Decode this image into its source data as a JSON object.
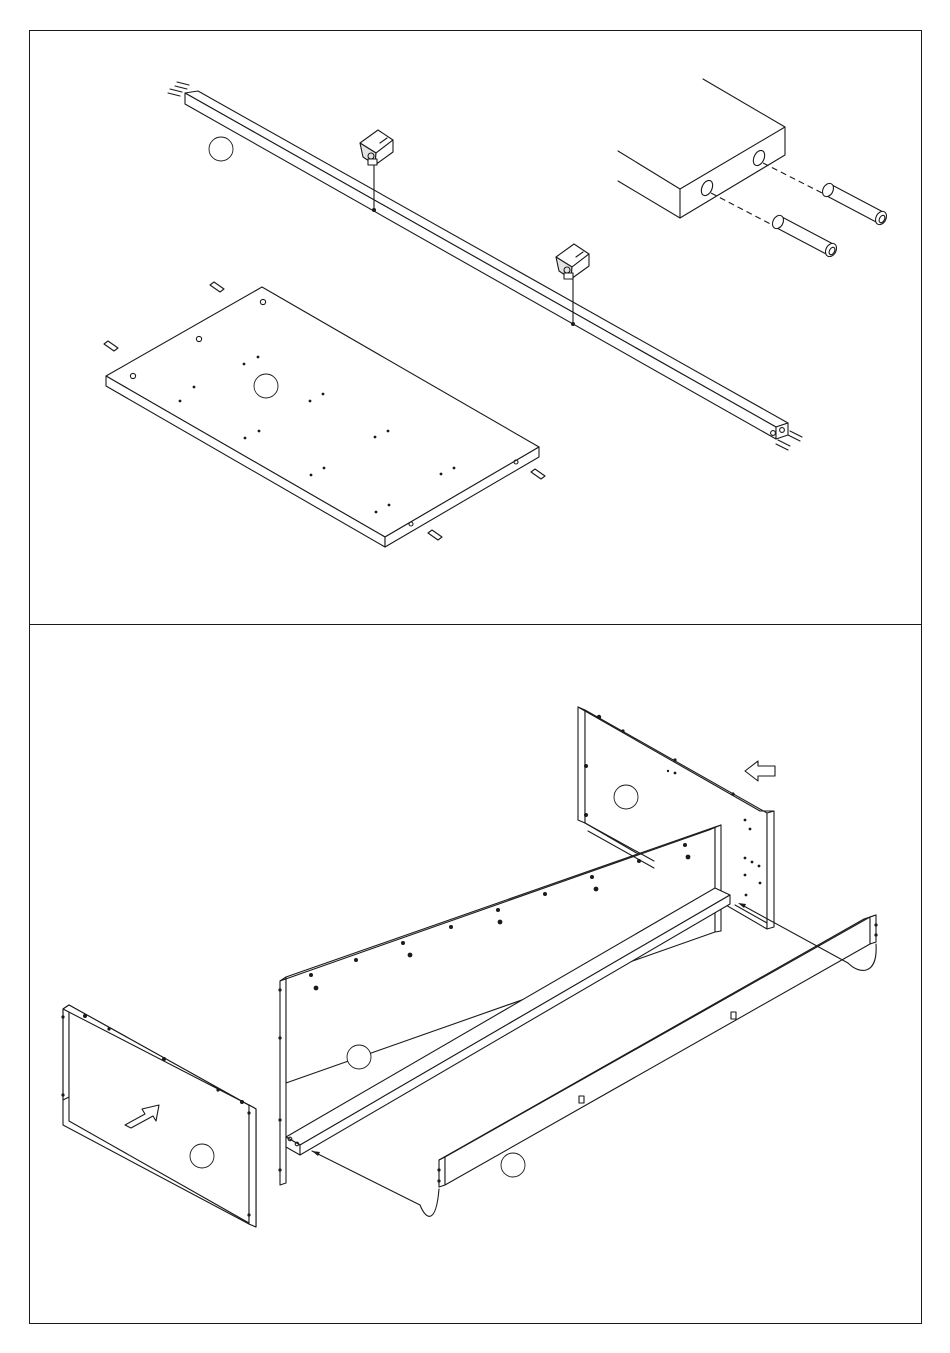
{
  "diagram": {
    "steps": [
      {
        "id": "step-1",
        "parts": [
          {
            "name": "long-rail",
            "callout": ""
          },
          {
            "name": "bottom-board",
            "callout": ""
          }
        ],
        "details": [
          "cam-lock",
          "cam-lock",
          "dowel-detail"
        ]
      },
      {
        "id": "step-2",
        "parts": [
          {
            "name": "back-side-panel",
            "callout": ""
          },
          {
            "name": "long-back-panel",
            "callout": ""
          },
          {
            "name": "front-rail",
            "callout": ""
          },
          {
            "name": "front-side-panel",
            "callout": ""
          }
        ],
        "arrows": [
          "push-arrow-left",
          "push-arrow-right"
        ]
      }
    ],
    "colors": {
      "line": "#1a1a1a",
      "background": "#ffffff",
      "shade": "#e4e4e4"
    },
    "icons": [
      "cam-lock-icon",
      "wooden-dowel-icon",
      "push-arrow-icon"
    ]
  }
}
